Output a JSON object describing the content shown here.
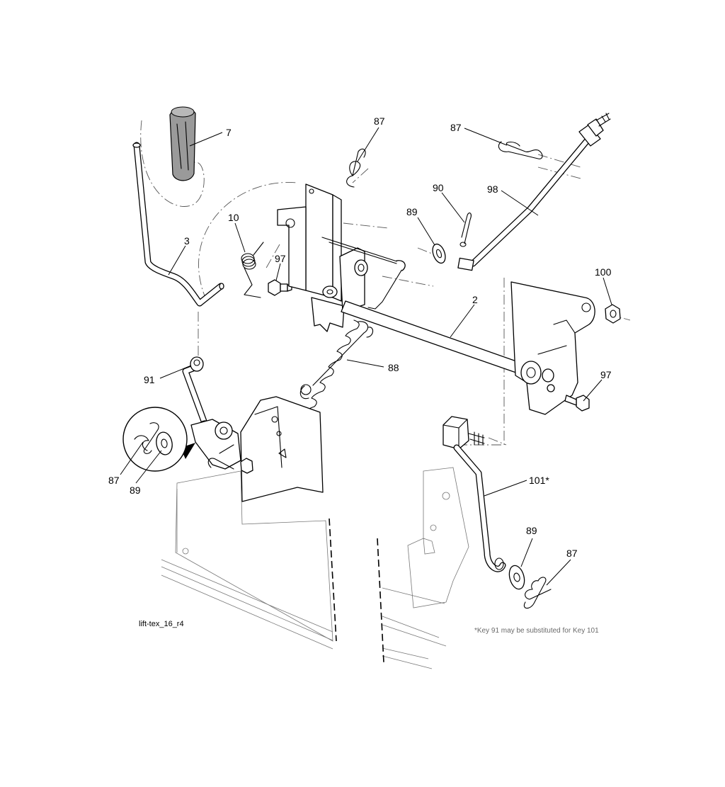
{
  "diagram": {
    "callouts": {
      "c7": "7",
      "c87_top": "87",
      "c87_right": "87",
      "c90": "90",
      "c98": "98",
      "c89_top": "89",
      "c10": "10",
      "c3": "3",
      "c97_left": "97",
      "c100": "100",
      "c2": "2",
      "c88": "88",
      "c97_right": "97",
      "c91": "91",
      "c87_inset": "87",
      "c89_inset": "89",
      "c101": "101*",
      "c89_bottom": "89",
      "c87_bottom": "87"
    },
    "image_label": "lift-tex_16_r4",
    "footnote": "*Key 91 may be substituted for Key 101"
  }
}
